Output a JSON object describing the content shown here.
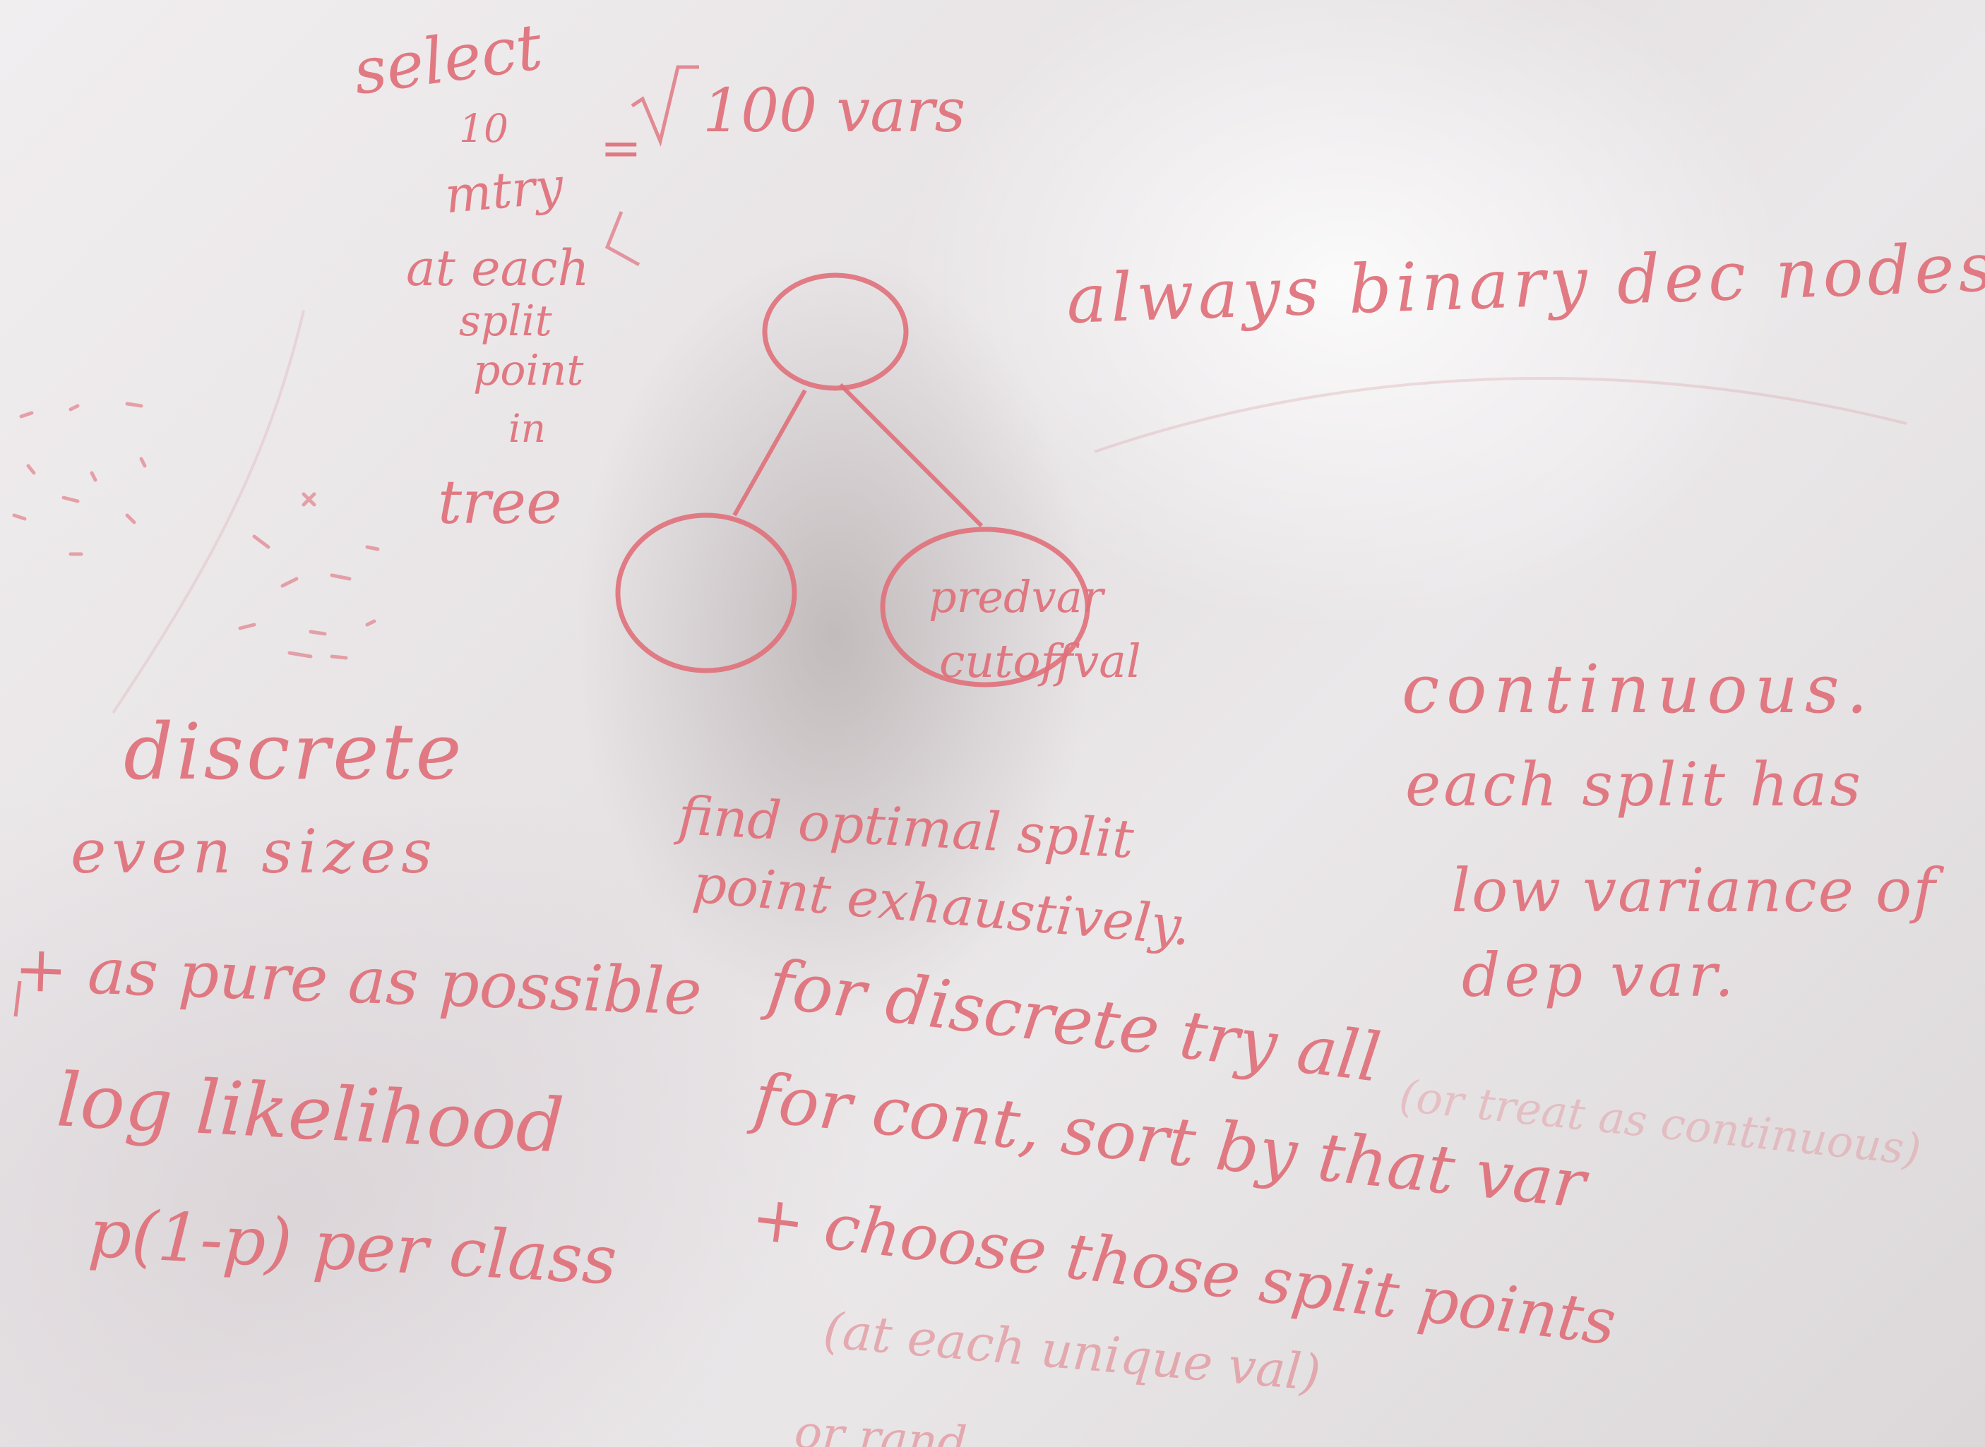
{
  "whiteboard": {
    "ink_color": "#e0707a",
    "board_color": "#ece9eb",
    "top_left": {
      "select": "select",
      "ten": "10",
      "equals": "=",
      "hundred_vars": "100 vars",
      "mtry": "mtry",
      "at_each": "at each",
      "split": "split",
      "point": "point",
      "in": "in",
      "tree": "tree"
    },
    "top_right": {
      "note": "always binary dec nodes"
    },
    "tree_node": {
      "line1": "predvar",
      "line2": "cutoffval"
    },
    "left": {
      "discrete": "discrete",
      "even_sizes": "even sizes",
      "pure": "+ as pure as possible",
      "log_likelihood": "log likelihood",
      "p_formula": "p(1-p) per class"
    },
    "center": {
      "find_optimal": "find optimal split",
      "point_exhaustively": "point exhaustively.",
      "for_discrete": "for discrete try all",
      "treat_as_continuous": "(or treat as continuous)",
      "for_cont": "for cont, sort by that var",
      "choose": "+ choose those split points",
      "at_each_unique": "(at each unique val)",
      "or_rand": "or rand"
    },
    "right": {
      "continuous": "continuous.",
      "each_split": "each split has",
      "low_variance": "low variance of",
      "dep_var": "dep var."
    }
  }
}
